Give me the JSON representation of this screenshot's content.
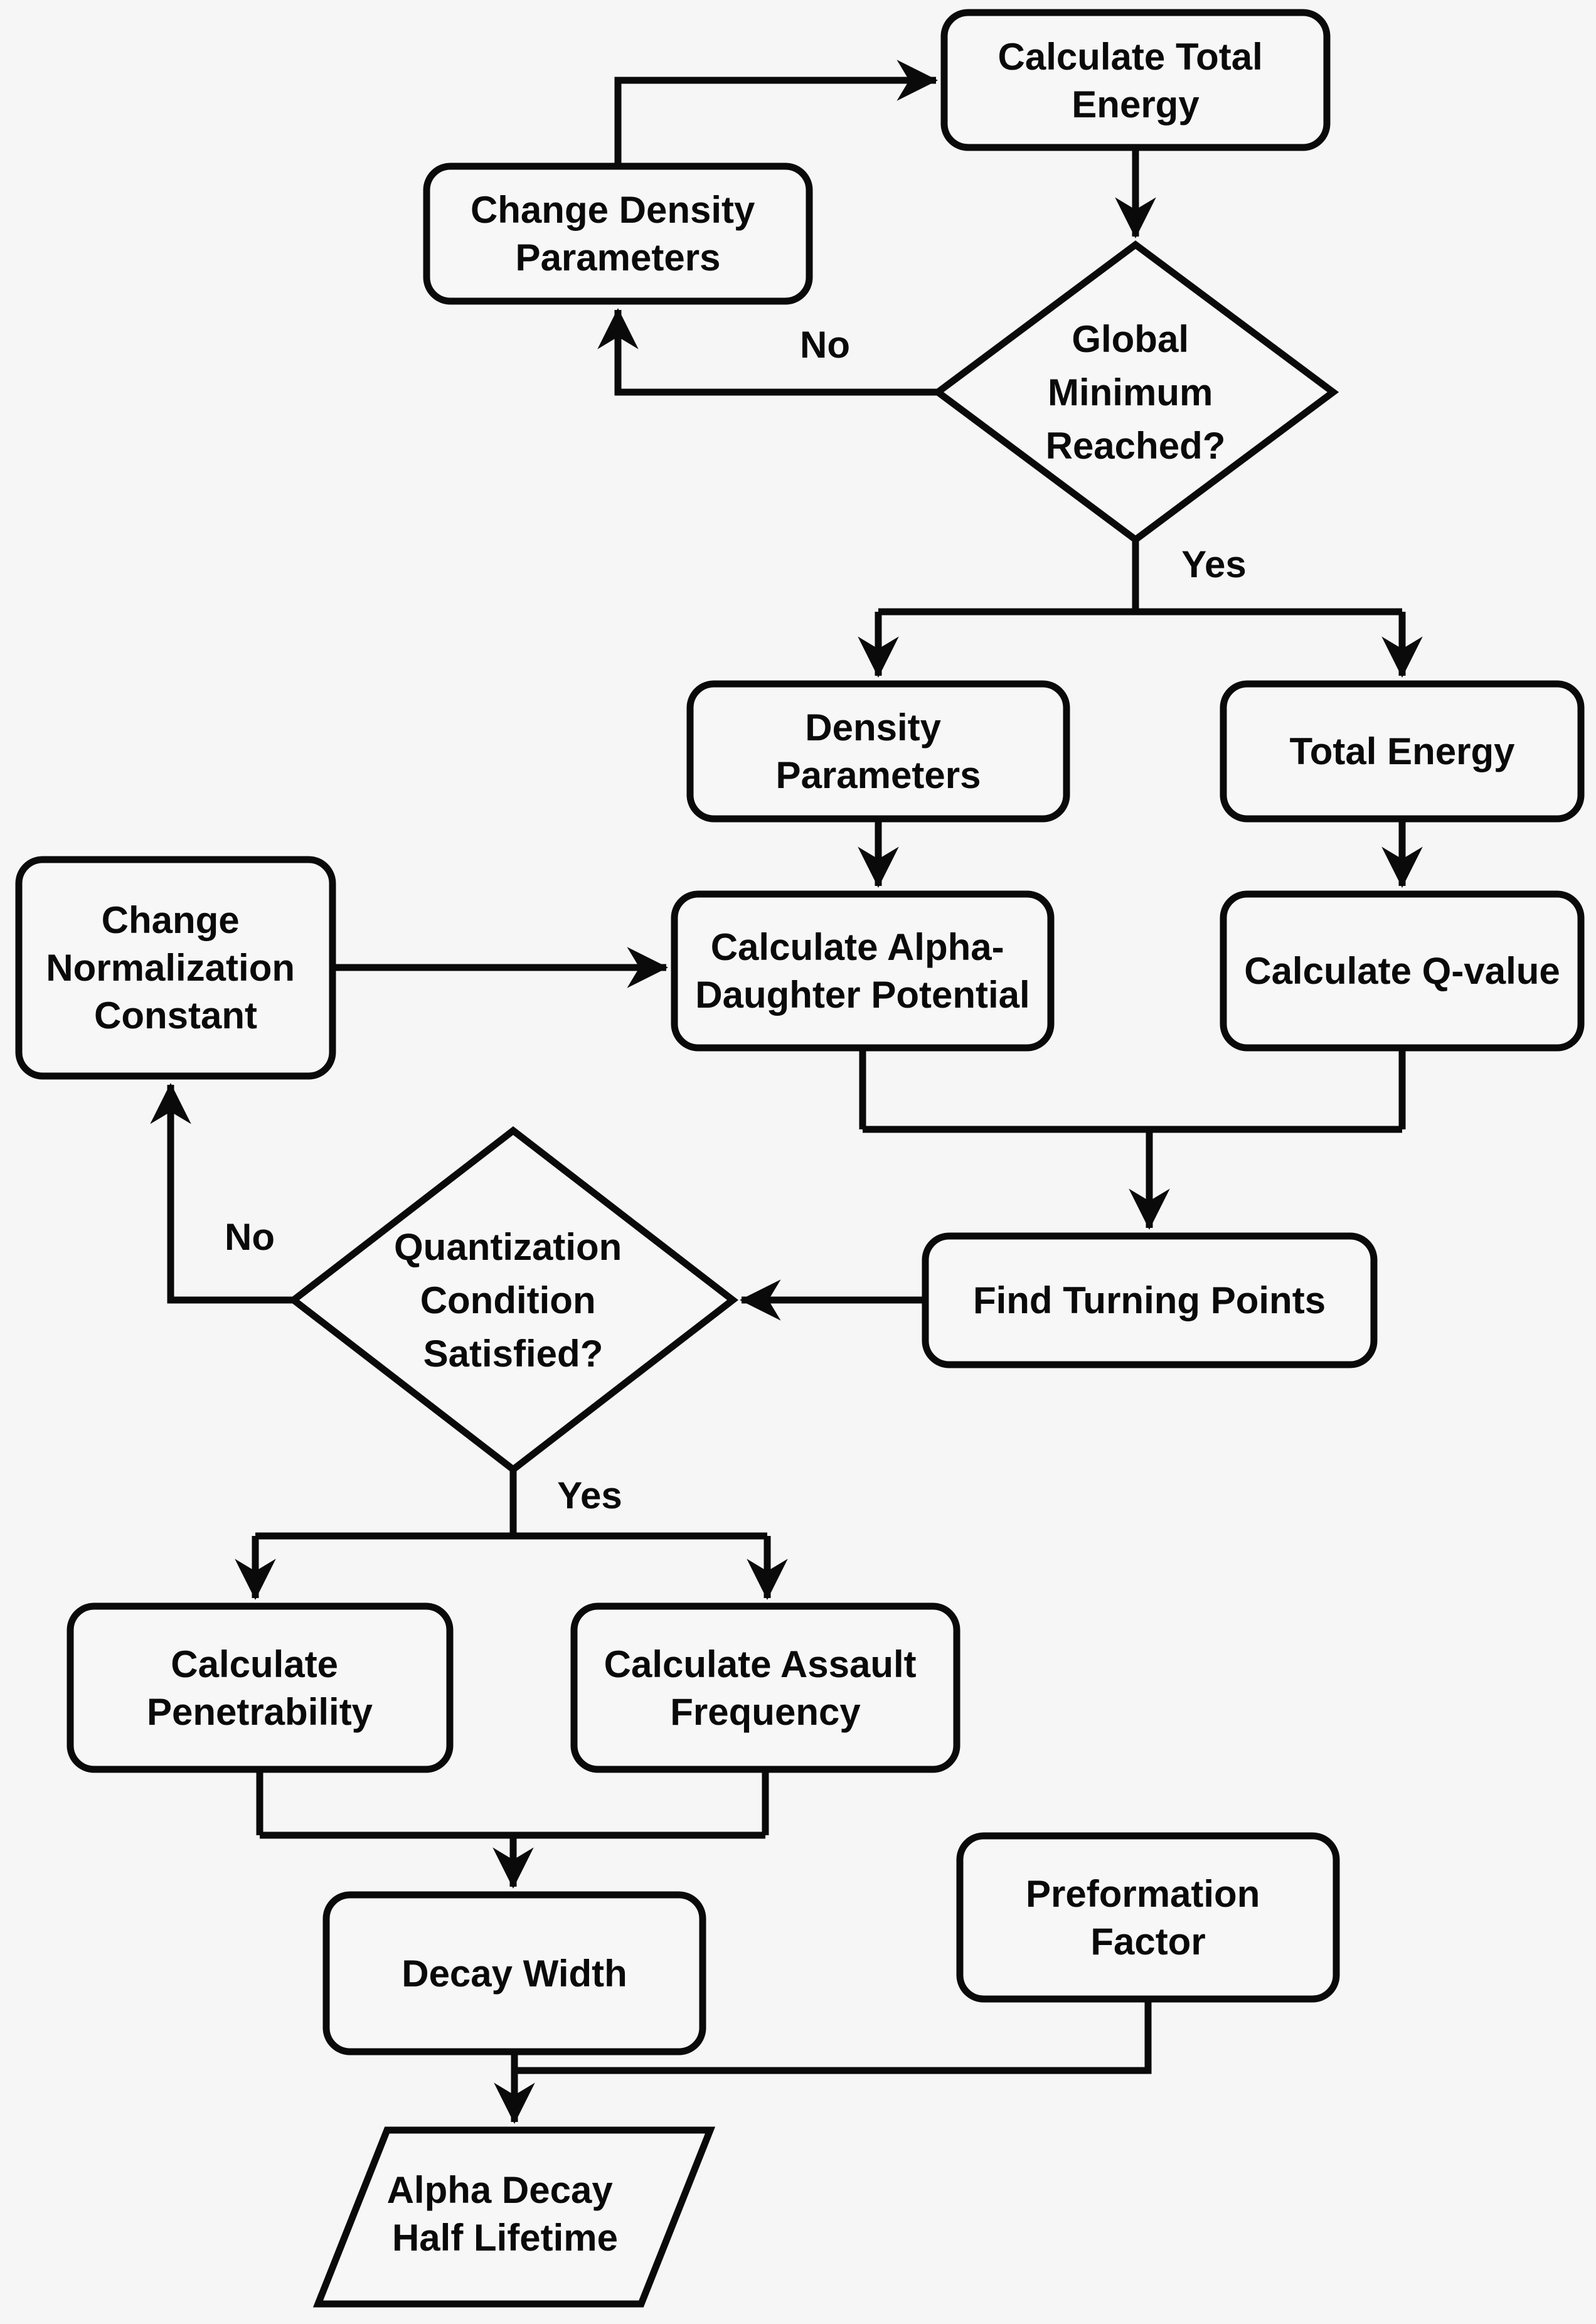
{
  "diagram": {
    "kind": "flowchart",
    "topic": "Alpha Decay Half Lifetime calculation",
    "colors": {
      "background": "#f6f6f6",
      "node_fill": "#f7f7f7",
      "stroke": "#0a0a0a",
      "text": "#0a0a0a"
    }
  },
  "nodes": {
    "calc_total_energy": {
      "type": "process",
      "label": "Calculate Total Energy",
      "lines": [
        "Calculate Total",
        "Energy"
      ]
    },
    "change_density_parameters": {
      "type": "process",
      "label": "Change Density Parameters",
      "lines": [
        "Change Density",
        "Parameters"
      ]
    },
    "global_minimum_reached": {
      "type": "decision",
      "label": "Global Minimum Reached?",
      "lines": [
        "Global",
        "Minimum",
        "Reached?"
      ]
    },
    "density_parameters": {
      "type": "process",
      "label": "Density Parameters",
      "lines": [
        "Density",
        "Parameters"
      ]
    },
    "total_energy": {
      "type": "process",
      "label": "Total Energy",
      "lines": [
        "Total Energy"
      ]
    },
    "change_normalization_constant": {
      "type": "process",
      "label": "Change Normalization Constant",
      "lines": [
        "Change",
        "Normalization",
        "Constant"
      ]
    },
    "calc_alpha_daughter_potential": {
      "type": "process",
      "label": "Calculate Alpha-Daughter Potential",
      "lines": [
        "Calculate Alpha-",
        "Daughter Potential"
      ]
    },
    "calc_q_value": {
      "type": "process",
      "label": "Calculate Q-value",
      "lines": [
        "Calculate Q-value"
      ]
    },
    "quantization_condition_satisfied": {
      "type": "decision",
      "label": "Quantization Condition Satisfied?",
      "lines": [
        "Quantization",
        "Condition",
        "Satisfied?"
      ]
    },
    "find_turning_points": {
      "type": "process",
      "label": "Find Turning Points",
      "lines": [
        "Find Turning Points"
      ]
    },
    "calc_penetrability": {
      "type": "process",
      "label": "Calculate Penetrability",
      "lines": [
        "Calculate",
        "Penetrability"
      ]
    },
    "calc_assault_frequency": {
      "type": "process",
      "label": "Calculate Assault Frequency",
      "lines": [
        "Calculate Assault",
        "Frequency"
      ]
    },
    "decay_width": {
      "type": "process",
      "label": "Decay Width",
      "lines": [
        "Decay Width"
      ]
    },
    "preformation_factor": {
      "type": "process",
      "label": "Preformation Factor",
      "lines": [
        "Preformation",
        "Factor"
      ]
    },
    "alpha_decay_half_lifetime": {
      "type": "output",
      "label": "Alpha Decay Half Lifetime",
      "lines": [
        "Alpha Decay",
        "Half Lifetime"
      ]
    }
  },
  "edge_labels": {
    "no_top": "No",
    "yes_top": "Yes",
    "no_bottom": "No",
    "yes_bottom": "Yes"
  }
}
